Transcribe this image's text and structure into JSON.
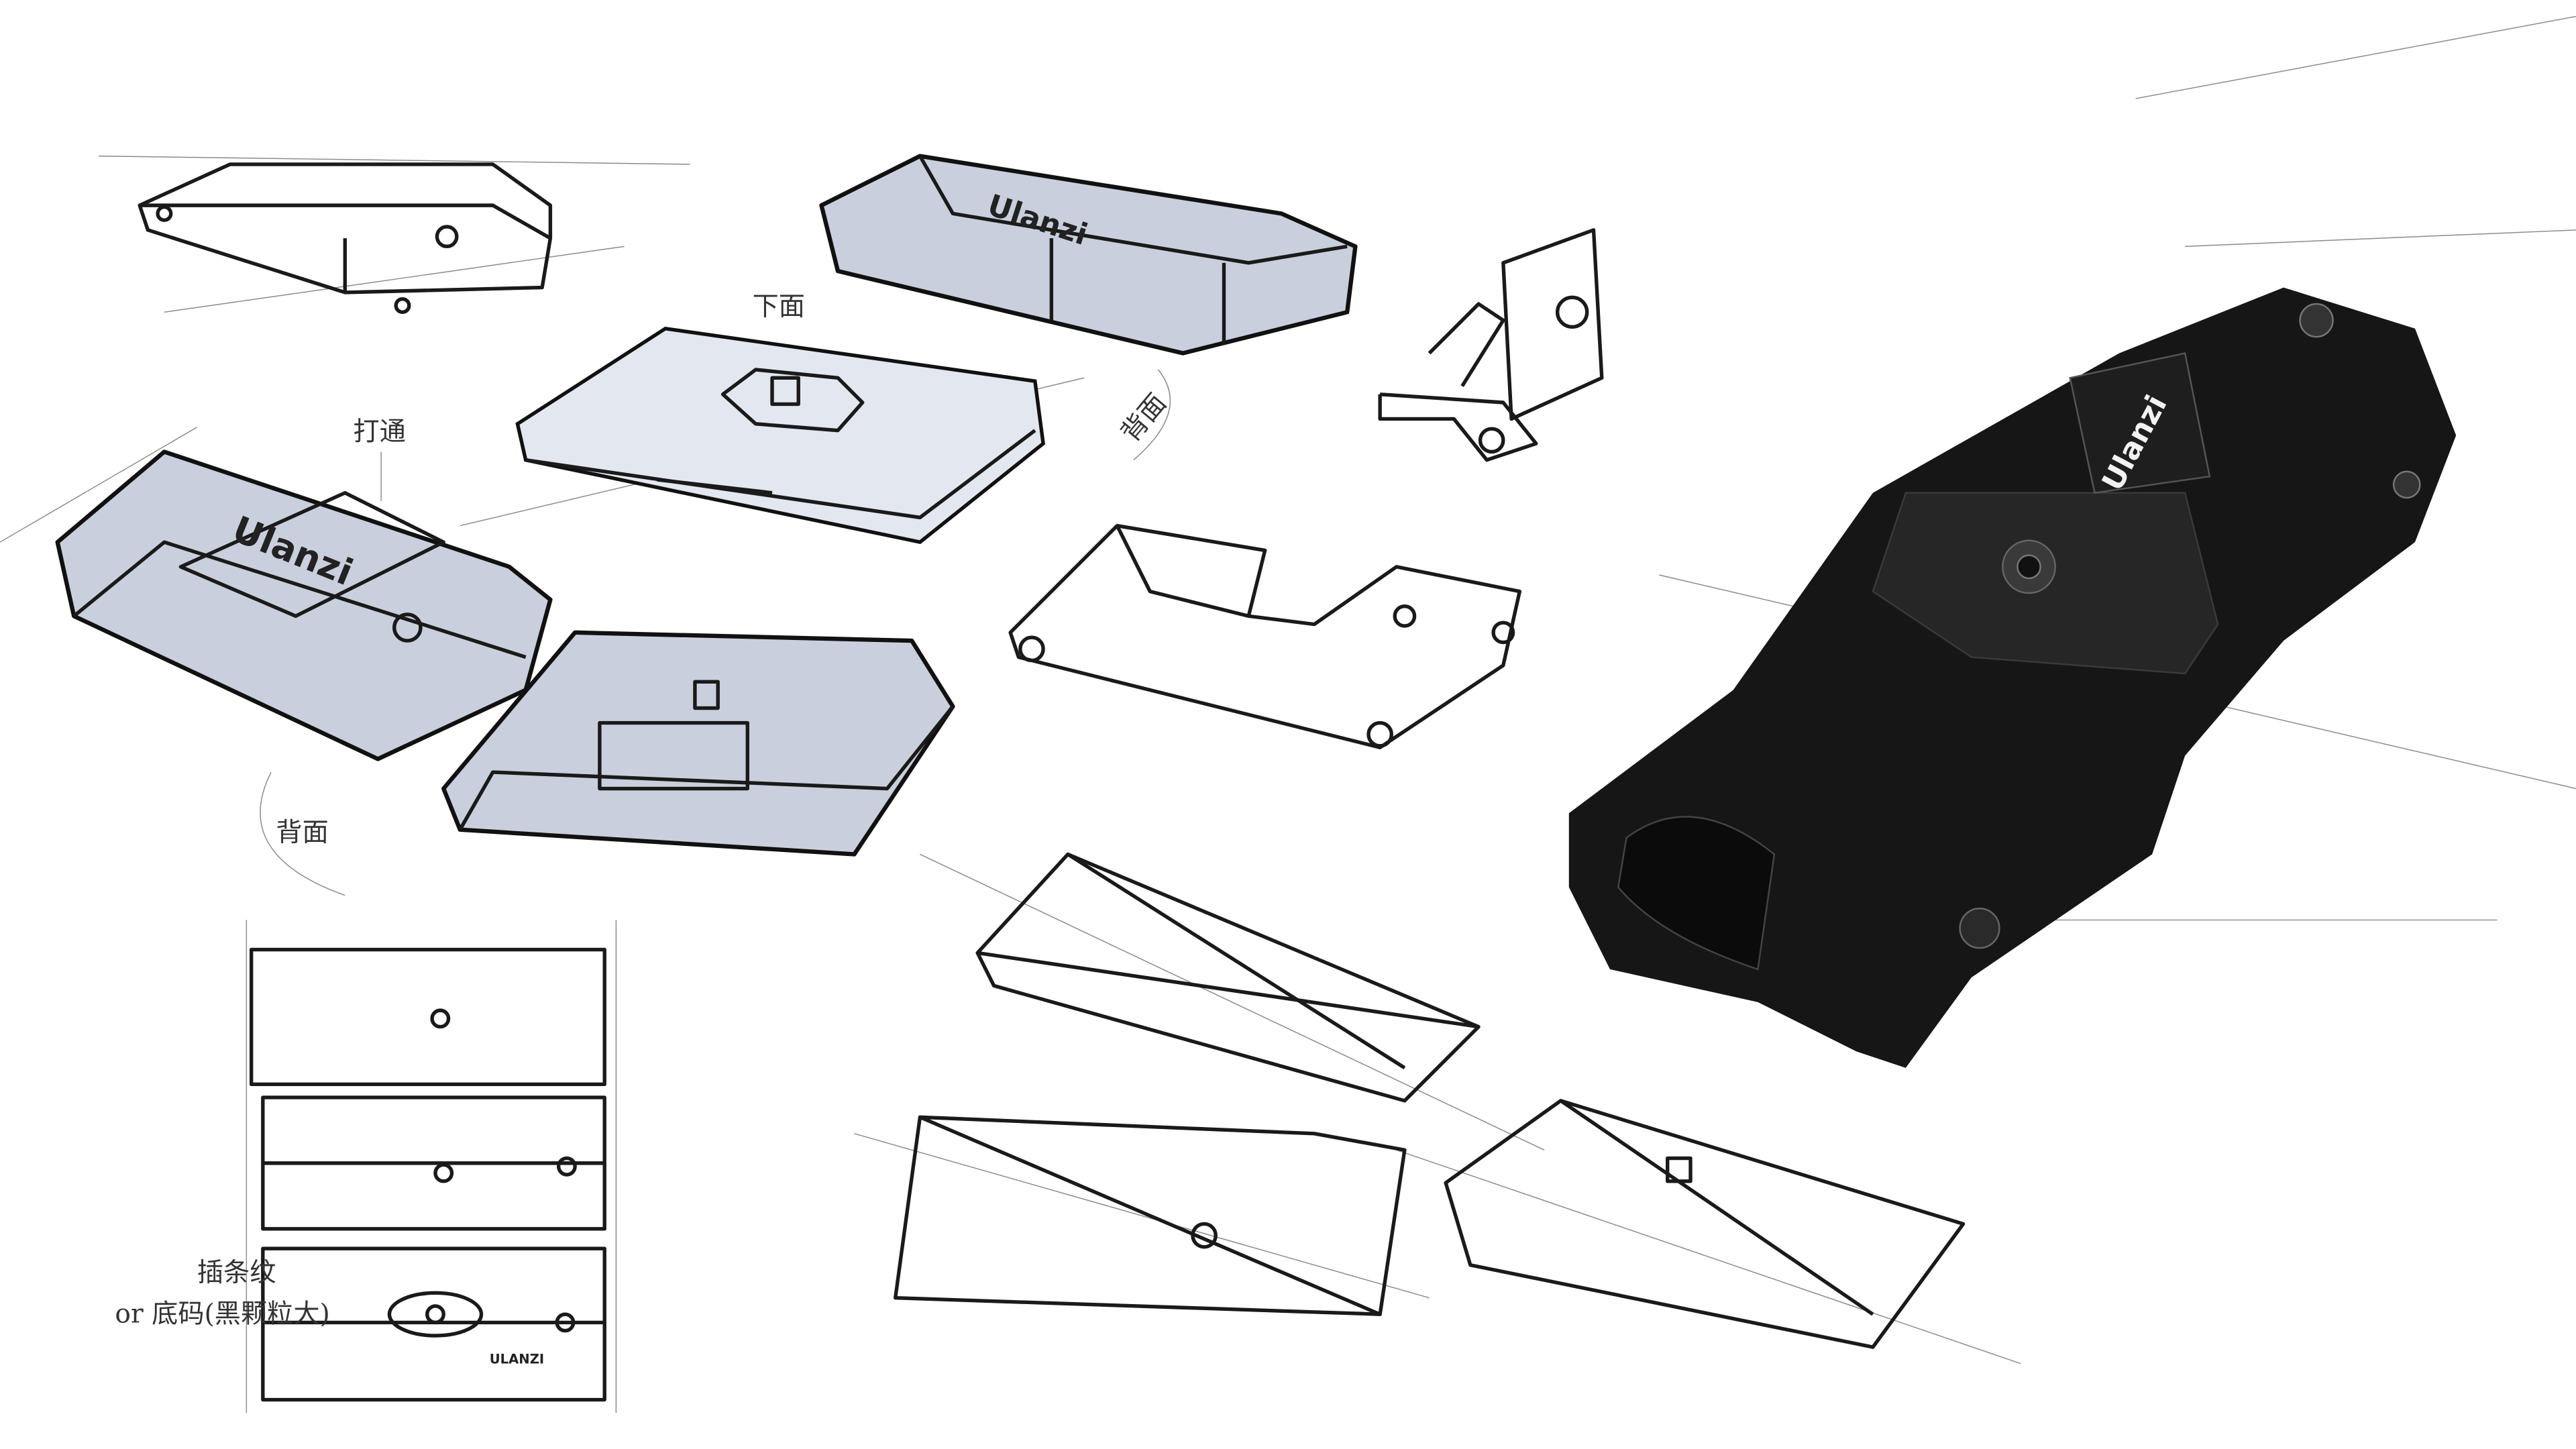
{
  "annotations": {
    "through": "打通",
    "bottom_face": "下面",
    "back_face_1": "背面",
    "back_face_2": "背面",
    "texture_note_1": "插条纹",
    "texture_note_2": "or 底码(黑颗粒大)"
  },
  "brand": {
    "render_logo": "Ulanzi",
    "sketch_logo_top": "Ulanzi",
    "sketch_logo_left": "Ulanzi",
    "front_view_logo": "ULANZI"
  },
  "colors": {
    "ink": "#1a1a1a",
    "marker_blue_gray": "#c9cfdc",
    "render_black": "#161616",
    "paper": "#ffffff"
  }
}
